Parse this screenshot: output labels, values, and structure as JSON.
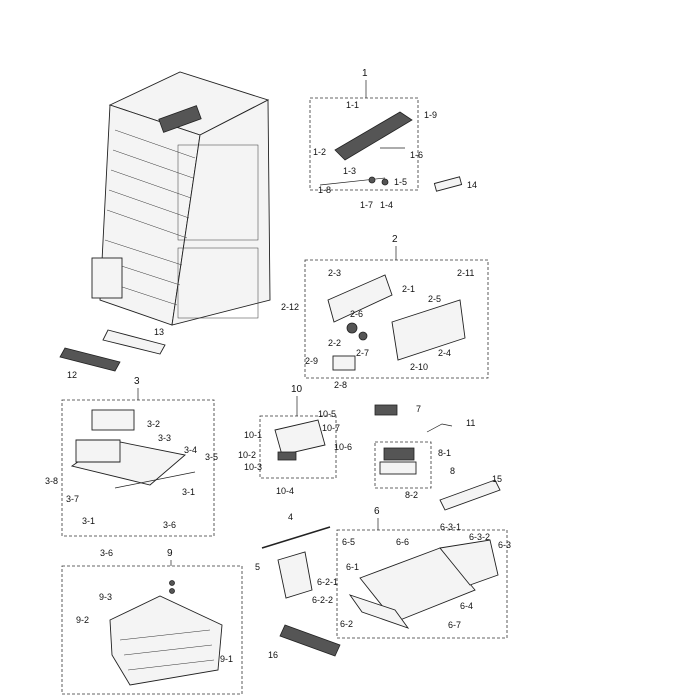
{
  "labels": {
    "g1": "1",
    "g1_1": "1-1",
    "g1_2": "1-2",
    "g1_3": "1-3",
    "g1_4": "1-4",
    "g1_5": "1-5",
    "g1_6": "1-6",
    "g1_7": "1-7",
    "g1_8": "1-8",
    "g1_9": "1-9",
    "p14": "14",
    "g2": "2",
    "g2_1": "2-1",
    "g2_2": "2-2",
    "g2_3": "2-3",
    "g2_4": "2-4",
    "g2_5": "2-5",
    "g2_6": "2-6",
    "g2_7": "2-7",
    "g2_8": "2-8",
    "g2_9": "2-9",
    "g2_10": "2-10",
    "g2_11": "2-11",
    "g2_12": "2-12",
    "p12": "12",
    "p13": "13",
    "g3": "3",
    "g3_1a": "3-1",
    "g3_1b": "3-1",
    "g3_2": "3-2",
    "g3_3": "3-3",
    "g3_4": "3-4",
    "g3_5": "3-5",
    "g3_6a": "3-6",
    "g3_6b": "3-6",
    "g3_7": "3-7",
    "g3_8": "3-8",
    "g10": "10",
    "g10_1": "10-1",
    "g10_2": "10-2",
    "g10_3": "10-3",
    "g10_4": "10-4",
    "g10_5": "10-5",
    "g10_6": "10-6",
    "g10_7": "10-7",
    "p7": "7",
    "p11": "11",
    "g8": "8",
    "g8_1": "8-1",
    "g8_2": "8-2",
    "p15": "15",
    "p4": "4",
    "p5": "5",
    "g6": "6",
    "g6_1": "6-1",
    "g6_2": "6-2",
    "g6_2_1": "6-2-1",
    "g6_2_2": "6-2-2",
    "g6_3": "6-3",
    "g6_3_1": "6-3-1",
    "g6_3_2": "6-3-2",
    "g6_4": "6-4",
    "g6_5": "6-5",
    "g6_6": "6-6",
    "g6_7": "6-7",
    "g9": "9",
    "g9_1": "9-1",
    "g9_2": "9-2",
    "g9_3": "9-3",
    "p16": "16"
  }
}
